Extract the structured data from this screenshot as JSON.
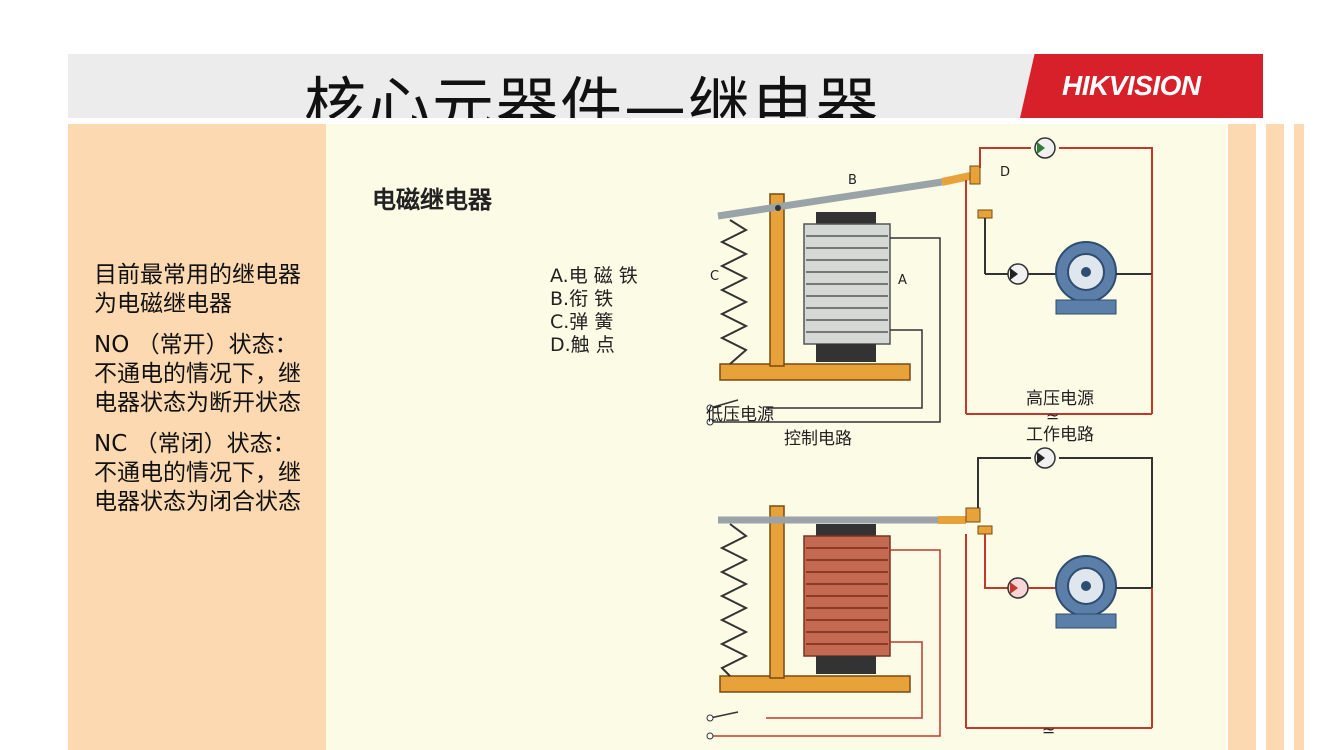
{
  "slide": {
    "title": "核心元器件—继电器",
    "logo_text": "HIKVISION",
    "bullets": [
      "目前最常用的继电器为电磁继电器",
      "NO （常开）状态：不通电的情况下，继电器状态为断开状态",
      "NC （常闭）状态：不通电的情况下，继电器状态为闭合状态"
    ]
  },
  "diagram": {
    "heading": "电磁继电器",
    "legend": [
      "A.电 磁 铁",
      "B.衔 铁",
      "C.弹 簧",
      "D.触 点"
    ],
    "labels": {
      "A": "A",
      "B": "B",
      "C": "C",
      "D": "D",
      "low_voltage": "低压电源",
      "control_circuit": "控制电路",
      "high_voltage": "高压电源",
      "working_circuit": "工作电路",
      "tilde": "≃"
    }
  },
  "colors": {
    "logo_red": "#d7202a",
    "panel_peach": "#fcd9b0",
    "diagram_bg": "#fcfbe6",
    "wire_red": "#c0392b",
    "frame_orange": "#e8a23a"
  }
}
